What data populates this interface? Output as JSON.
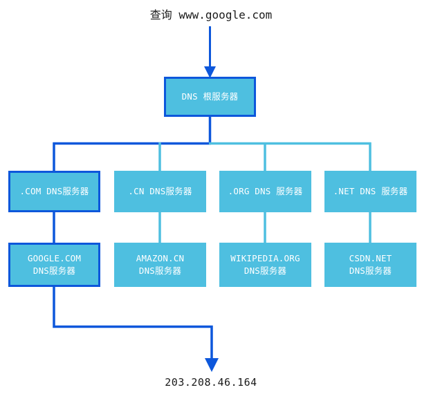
{
  "diagram": {
    "type": "tree",
    "title_text": "查询 www.google.com",
    "result_text": "203.208.46.164",
    "colors": {
      "node_fill": "#4ebfe0",
      "active_border": "#0d57db",
      "active_wire": "#0d57db",
      "idle_wire": "#4ebfe0",
      "label_text": "#ffffff",
      "caption_text": "#1a1a1a"
    },
    "root": {
      "label": "DNS 根服务器",
      "active": true
    },
    "tld_level": [
      {
        "label": ".COM DNS服务器",
        "active": true
      },
      {
        "label": ".CN DNS服务器",
        "active": false
      },
      {
        "label": ".ORG DNS 服务器",
        "active": false
      },
      {
        "label": ".NET DNS 服务器",
        "active": false
      }
    ],
    "authoritative_level": [
      {
        "line1": "GOOGLE.COM",
        "line2": "DNS服务器",
        "active": true
      },
      {
        "line1": "AMAZON.CN",
        "line2": "DNS服务器",
        "active": false
      },
      {
        "line1": "WIKIPEDIA.ORG",
        "line2": "DNS服务器",
        "active": false
      },
      {
        "line1": "CSDN.NET",
        "line2": "DNS服务器",
        "active": false
      }
    ]
  }
}
